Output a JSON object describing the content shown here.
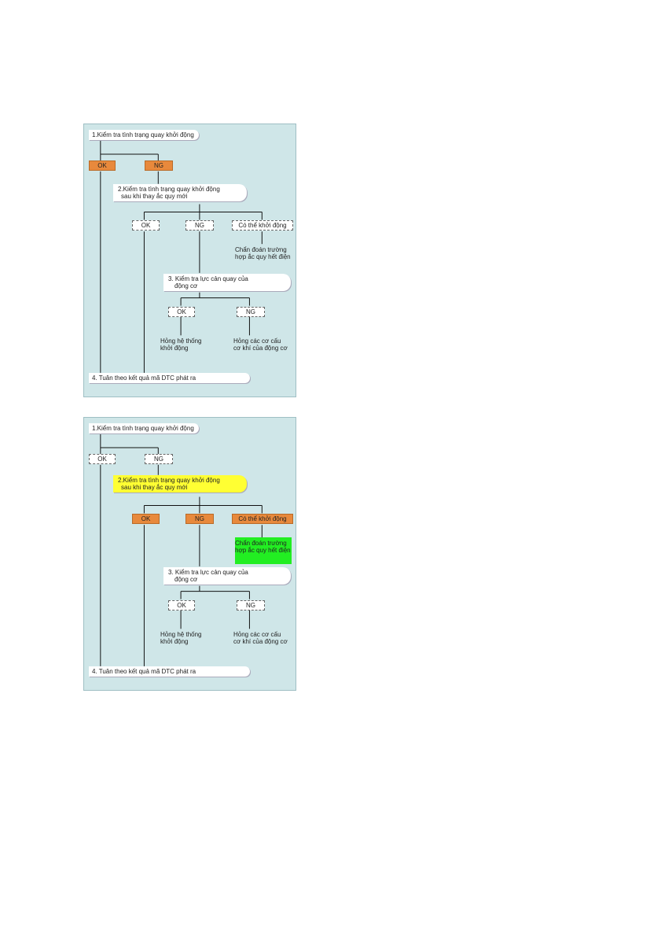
{
  "diagrams": [
    {
      "step1": "1.Kiểm tra tình trạng quay khởi động",
      "ok1": "OK",
      "ng1": "NG",
      "step2_line1": "2.Kiểm tra tình trạng quay khởi động",
      "step2_line2": "sau khi thay ắc quy mới",
      "ok2": "OK",
      "ng2": "NG",
      "can_start": "Có thể khởi động",
      "diag_line1": "Chẩn đoán trường",
      "diag_line2": "hợp ắc quy hết điện",
      "step3_line1": "3. Kiểm tra lực cản quay của",
      "step3_line2": "động cơ",
      "ok3": "OK",
      "ng3": "NG",
      "fault1_line1": "Hỏng hệ thống",
      "fault1_line2": "khởi động",
      "fault2_line1": "Hỏng các cơ cấu",
      "fault2_line2": "cơ khí của động cơ",
      "step4": "4. Tuân theo kết quả mã DTC phát ra"
    },
    {
      "step1": "1.Kiểm tra tình trạng quay khởi động",
      "ok1": "OK",
      "ng1": "NG",
      "step2_line1": "2.Kiểm tra tình trạng quay khởi động",
      "step2_line2": "sau khi thay ắc quy mới",
      "ok2": "OK",
      "ng2": "NG",
      "can_start": "Có thể khởi động",
      "diag_line1": "Chẩn đoán trường",
      "diag_line2": "hợp ắc quy hết điện",
      "step3_line1": "3. Kiểm tra lực cản quay của",
      "step3_line2": "động cơ",
      "ok3": "OK",
      "ng3": "NG",
      "fault1_line1": "Hỏng hệ thống",
      "fault1_line2": "khởi động",
      "fault2_line1": "Hỏng các cơ cấu",
      "fault2_line2": "cơ khí của động cơ",
      "step4": "4. Tuân theo kết quả mã DTC phát ra"
    }
  ],
  "colors": {
    "background": "#cfe6e8",
    "highlight_yellow": "#ffff33",
    "highlight_orange": "#e8893c",
    "highlight_green": "#22ee22"
  }
}
